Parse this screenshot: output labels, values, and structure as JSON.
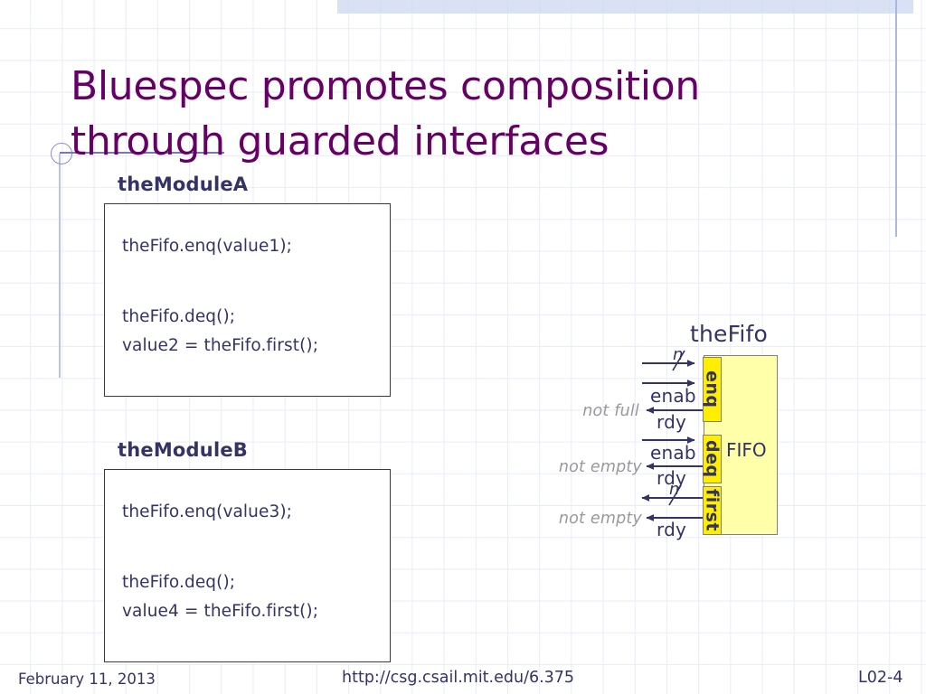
{
  "slide": {
    "title": "Bluespec promotes composition\nthrough guarded interfaces",
    "title_color": "#660066",
    "accent_color": "#333366",
    "grid_color": "#e8ecf8",
    "band_color": "#ccd8f0"
  },
  "modules": [
    {
      "label": "theModuleA",
      "code": [
        "theFifo.enq(value1);",
        "theFifo.deq();",
        "value2 = theFifo.first();"
      ]
    },
    {
      "label": "theModuleB",
      "code": [
        "theFifo.enq(value3);",
        "theFifo.deq();",
        "value4 = theFifo.first();"
      ]
    }
  ],
  "fifo": {
    "title": "theFifo",
    "box_label": "FIFO",
    "box_color": "#ffffaa",
    "port_color": "#ffee00",
    "ports": [
      {
        "name": "enq"
      },
      {
        "name": "deq"
      },
      {
        "name": "first"
      }
    ],
    "signals": [
      {
        "name": "n",
        "kind": "data-in",
        "guard": ""
      },
      {
        "name": "enab",
        "kind": "enable-in",
        "guard": ""
      },
      {
        "name": "rdy",
        "kind": "ready-out",
        "guard": "not full"
      },
      {
        "name": "enab",
        "kind": "enable-in",
        "guard": ""
      },
      {
        "name": "rdy",
        "kind": "ready-out",
        "guard": "not empty"
      },
      {
        "name": "n",
        "kind": "data-out",
        "guard": ""
      },
      {
        "name": "rdy",
        "kind": "ready-out",
        "guard": "not empty"
      }
    ],
    "labels": {
      "enab_1": "enab",
      "rdy_1": "rdy",
      "notfull": "not full",
      "enab_2": "enab",
      "rdy_2": "rdy",
      "notempty_1": "not empty",
      "n_in": "n",
      "n_out": "n",
      "rdy_3": "rdy",
      "notempty_2": "not empty"
    }
  },
  "footer": {
    "date": "February 11, 2013",
    "url": "http://csg.csail.mit.edu/6.375",
    "page": "L02-4"
  }
}
